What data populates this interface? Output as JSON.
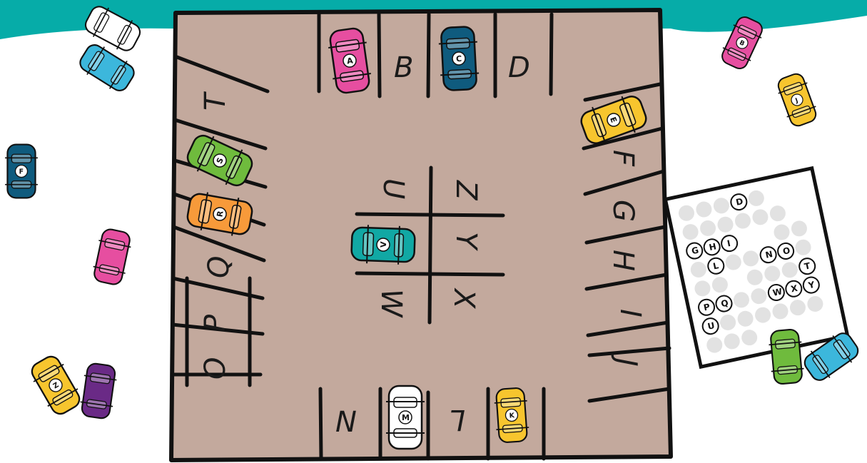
{
  "colors": {
    "teal": "#06aca8",
    "lot": "#c3a99d",
    "line": "#111111",
    "pink": "#e64ea0",
    "blue": "#0f5b7e",
    "yellow": "#f7c52e",
    "green": "#6fbb3d",
    "orange": "#f79a3a",
    "white": "#ffffff",
    "purple": "#6a2a86",
    "sky": "#3cb7dc"
  },
  "spot_labels": {
    "B": "B",
    "D": "D",
    "F": "F",
    "G": "G",
    "H": "H",
    "I": "I",
    "J": "J",
    "L": "L",
    "N": "N",
    "O": "O",
    "P": "P",
    "Q": "Q",
    "T": "T",
    "U": "U",
    "Z": "Z",
    "Y": "Y",
    "X": "X",
    "W": "W"
  },
  "cars": {
    "A": "A",
    "C": "C",
    "E": "E",
    "S": "S",
    "R": "R",
    "V": "V",
    "M": "M",
    "K": "K",
    "B": "B",
    "J": "J",
    "F": "F",
    "Z": "Z"
  },
  "card_letters": [
    "D",
    "G",
    "H",
    "I",
    "L",
    "N",
    "O",
    "T",
    "P",
    "Q",
    "W",
    "X",
    "Y",
    "U"
  ]
}
